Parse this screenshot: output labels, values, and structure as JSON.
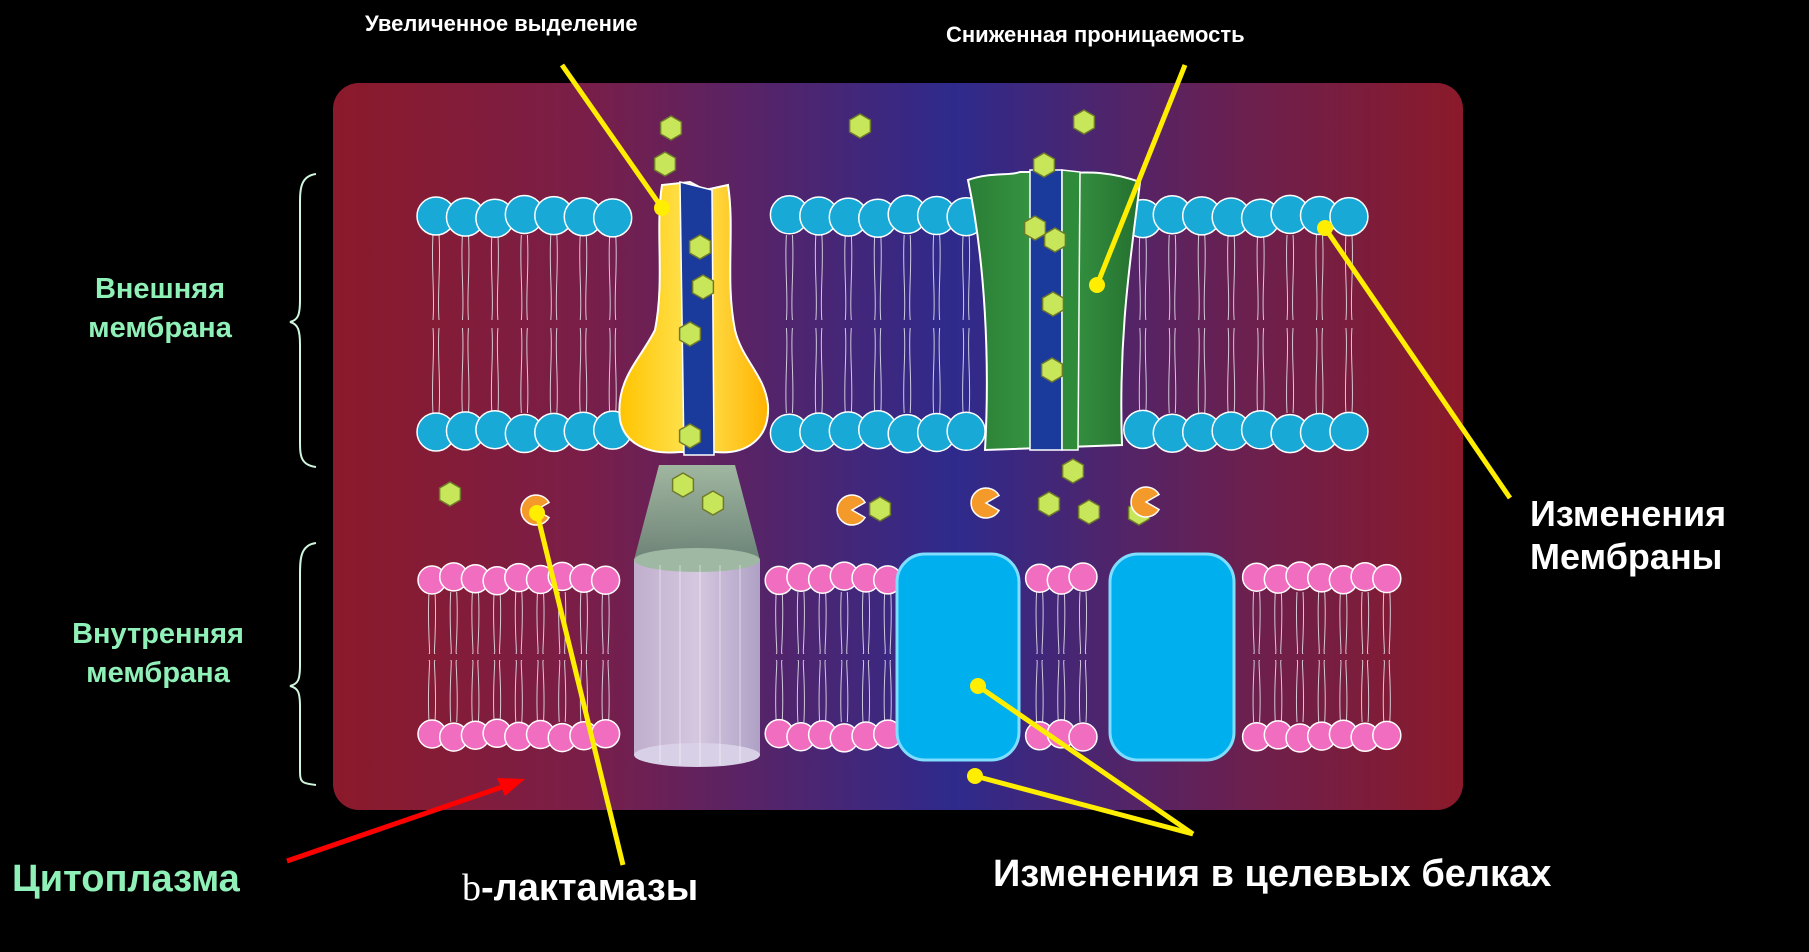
{
  "labels": {
    "increased_efflux": "Увеличенное выделение",
    "reduced_permeability": "Сниженная проницаемость",
    "outer_membrane": "Внешняя мембрана",
    "inner_membrane": "Внутренняя мембрана",
    "membrane_changes": "Изменения Мембраны",
    "cytoplasm": "Цитоплазма",
    "beta_prefix": "b",
    "beta_lactamases": "-лактамазы",
    "target_changes": "Изменения в целевых белках"
  },
  "colors": {
    "background": "#000000",
    "panel_edge": "#8B1A2A",
    "panel_center": "#2E2A8C",
    "outer_head": "#19A9D6",
    "inner_head": "#F06DC0",
    "yellow_pump": "#FFD21A",
    "green_porin": "#2E8B3A",
    "channel": "#1A3A9C",
    "molecule": "#C8E65A",
    "beta_lactamase": "#F39A2B",
    "target_protein": "#00B0EE",
    "pointer_yellow": "#FFEE00",
    "pointer_red": "#FF0000",
    "label_green": "#8FF0B8"
  },
  "icons": [
    "hexagon-molecule",
    "pacman-enzyme",
    "phospholipid"
  ]
}
